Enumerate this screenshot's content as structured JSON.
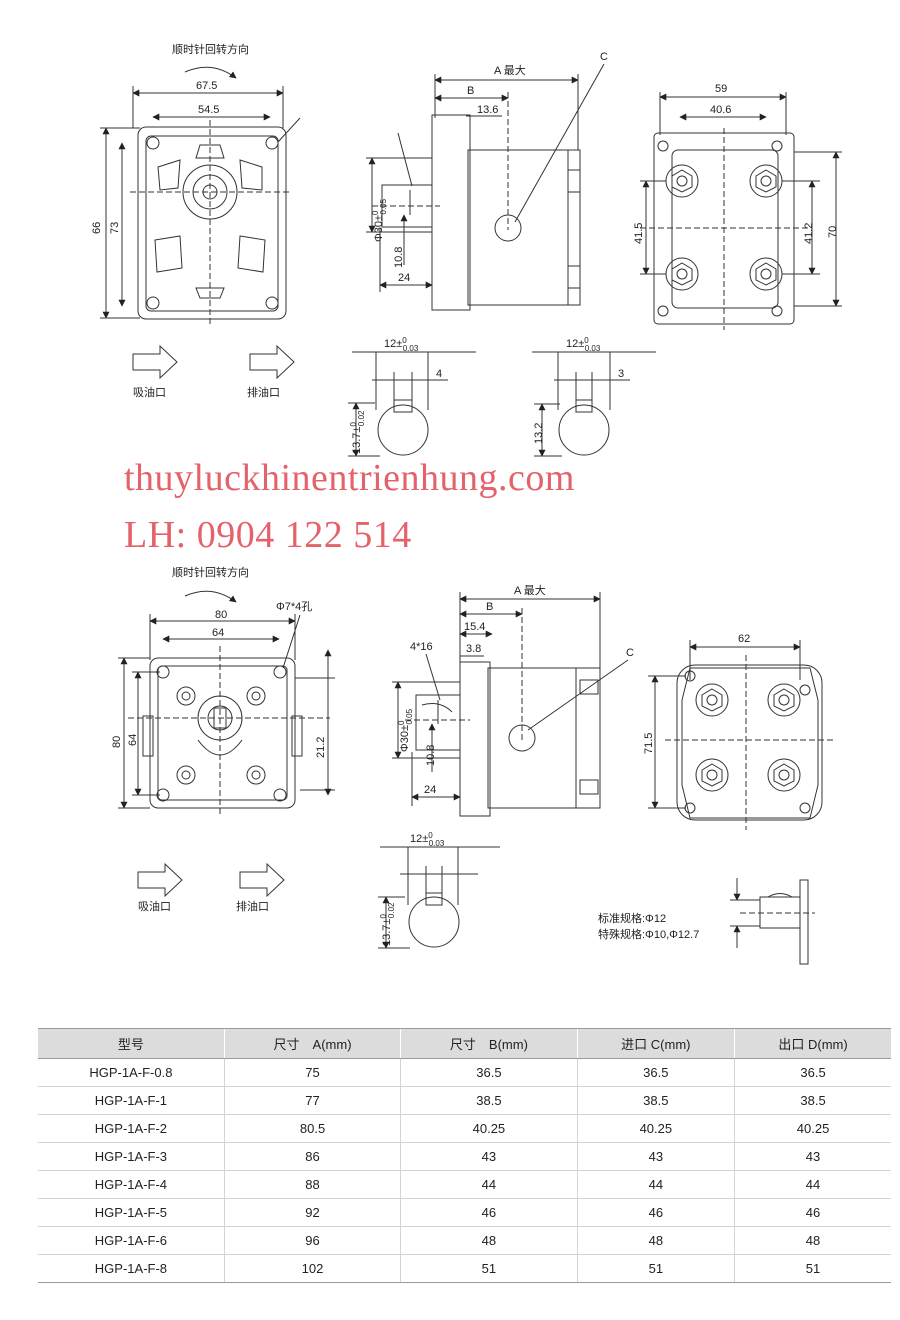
{
  "top": {
    "rotation_note": "顺时针回转方向",
    "front": {
      "w_outer": "67.5",
      "w_inner": "54.5",
      "h_outer": "66",
      "h_inner": "73"
    },
    "side": {
      "a_max": "A 最大",
      "b": "B",
      "d13_6": "13.6",
      "c": "C",
      "shaft_dia": "Φ30±",
      "shaft_tol_hi": "0",
      "shaft_tol_lo": "0.05",
      "d10_8": "10.8",
      "d24": "24"
    },
    "rear": {
      "w59": "59",
      "w40_6": "40.6",
      "h41_5": "41.5",
      "h41_2": "41.2",
      "h70": "70"
    },
    "inlet_label": "吸油口",
    "outlet_label": "排油口",
    "key1": {
      "d12": "12±",
      "d12_hi": "0",
      "d12_lo": "0.03",
      "d4": "4",
      "d13_7": "13.7±",
      "d13_7_hi": "0",
      "d13_7_lo": "0.02"
    },
    "key2": {
      "d12": "12±",
      "d12_hi": "0",
      "d12_lo": "0.03",
      "d3": "3",
      "d13_2": "13.2"
    }
  },
  "watermark": {
    "site": "thuyluckhinentrienhung.com",
    "phone": "LH: 0904 122 514"
  },
  "bottom": {
    "rotation_note": "顺时针回转方向",
    "front": {
      "w80": "80",
      "w64": "64",
      "holes": "Φ7*4孔",
      "h80": "80",
      "h64": "64",
      "d21_2": "21.2"
    },
    "side": {
      "a_max": "A 最大",
      "b": "B",
      "d15_4": "15.4",
      "d3_8": "3.8",
      "d4_16": "4*16",
      "c": "C",
      "shaft_dia": "Φ30±",
      "shaft_tol_hi": "0",
      "shaft_tol_lo": "0.05",
      "d10_8": "10.8",
      "d24": "24"
    },
    "rear": {
      "w62": "62",
      "h71_5": "71.5"
    },
    "inlet_label": "吸油口",
    "outlet_label": "排油口",
    "key": {
      "d12": "12±",
      "d12_hi": "0",
      "d12_lo": "0.03",
      "d13_7": "13.7±",
      "d13_7_hi": "0",
      "d13_7_lo": "0.02"
    },
    "spec_std": "标准规格:Φ12",
    "spec_special": "特殊规格:Φ10,Φ12.7"
  },
  "table": {
    "headers": [
      "型号",
      "尺寸　A(mm)",
      "尺寸　B(mm)",
      "进口 C(mm)",
      "出口 D(mm)"
    ],
    "rows": [
      [
        "HGP-1A-F-0.8",
        "75",
        "36.5",
        "36.5",
        "36.5"
      ],
      [
        "HGP-1A-F-1",
        "77",
        "38.5",
        "38.5",
        "38.5"
      ],
      [
        "HGP-1A-F-2",
        "80.5",
        "40.25",
        "40.25",
        "40.25"
      ],
      [
        "HGP-1A-F-3",
        "86",
        "43",
        "43",
        "43"
      ],
      [
        "HGP-1A-F-4",
        "88",
        "44",
        "44",
        "44"
      ],
      [
        "HGP-1A-F-5",
        "92",
        "46",
        "46",
        "46"
      ],
      [
        "HGP-1A-F-6",
        "96",
        "48",
        "48",
        "48"
      ],
      [
        "HGP-1A-F-8",
        "102",
        "51",
        "51",
        "51"
      ]
    ]
  }
}
